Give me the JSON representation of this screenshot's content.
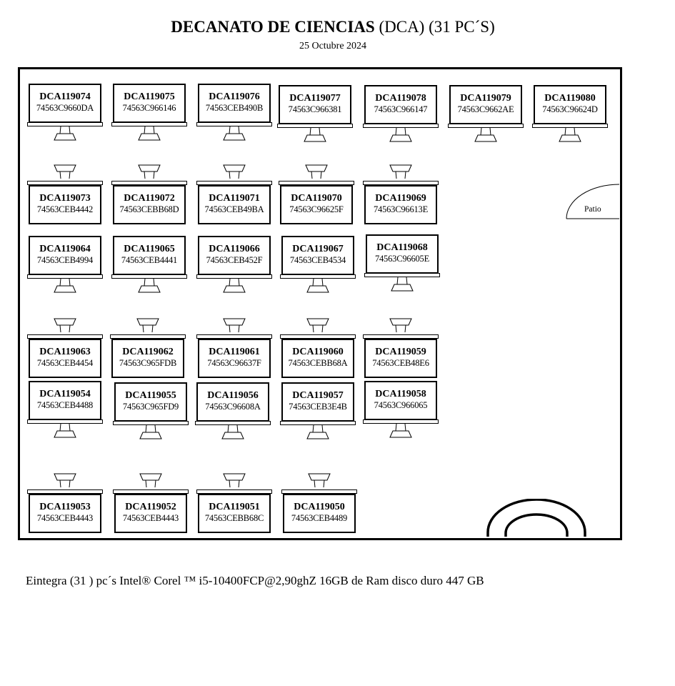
{
  "header": {
    "title_bold": "DECANATO DE CIENCIAS",
    "title_rest": "(DCA) (31 PC´S)",
    "date": "25 Octubre 2024"
  },
  "room": {
    "patio_label": "Patio"
  },
  "computers": [
    {
      "name": "DCA119074",
      "serial": "74563C9660DA",
      "facing": "up"
    },
    {
      "name": "DCA119075",
      "serial": "74563C966146",
      "facing": "up"
    },
    {
      "name": "DCA119076",
      "serial": "74563CEB490B",
      "facing": "up"
    },
    {
      "name": "DCA119077",
      "serial": "74563C966381",
      "facing": "up"
    },
    {
      "name": "DCA119078",
      "serial": "74563C966147",
      "facing": "up"
    },
    {
      "name": "DCA119079",
      "serial": "74563C9662AE",
      "facing": "up"
    },
    {
      "name": "DCA119080",
      "serial": "74563C96624D",
      "facing": "up"
    },
    {
      "name": "DCA119073",
      "serial": "74563CEB4442",
      "facing": "down"
    },
    {
      "name": "DCA119072",
      "serial": "74563CEBB68D",
      "facing": "down"
    },
    {
      "name": "DCA119071",
      "serial": "74563CEB49BA",
      "facing": "down"
    },
    {
      "name": "DCA119070",
      "serial": "74563C96625F",
      "facing": "down"
    },
    {
      "name": "DCA119069",
      "serial": "74563C96613E",
      "facing": "down"
    },
    {
      "name": "DCA119064",
      "serial": "74563CEB4994",
      "facing": "up"
    },
    {
      "name": "DCA119065",
      "serial": "74563CEB4441",
      "facing": "up"
    },
    {
      "name": "DCA119066",
      "serial": "74563CEB452F",
      "facing": "up"
    },
    {
      "name": "DCA119067",
      "serial": "74563CEB4534",
      "facing": "up"
    },
    {
      "name": "DCA119068",
      "serial": "74563C96605E",
      "facing": "up"
    },
    {
      "name": "DCA119063",
      "serial": "74563CEB4454",
      "facing": "down"
    },
    {
      "name": "DCA119062",
      "serial": "74563C965FDB",
      "facing": "down"
    },
    {
      "name": "DCA119061",
      "serial": "74563C96637F",
      "facing": "down"
    },
    {
      "name": "DCA119060",
      "serial": "74563CEBB68A",
      "facing": "down"
    },
    {
      "name": "DCA119059",
      "serial": "74563CEB48E6",
      "facing": "down"
    },
    {
      "name": "DCA119054",
      "serial": "74563CEB4488",
      "facing": "up"
    },
    {
      "name": "DCA119055",
      "serial": "74563C965FD9",
      "facing": "up"
    },
    {
      "name": "DCA119056",
      "serial": "74563C96608A",
      "facing": "up"
    },
    {
      "name": "DCA119057",
      "serial": "74563CEB3E4B",
      "facing": "up"
    },
    {
      "name": "DCA119058",
      "serial": "74563C966065",
      "facing": "up"
    },
    {
      "name": "DCA119053",
      "serial": "74563CEB4443",
      "facing": "down"
    },
    {
      "name": "DCA119052",
      "serial": "74563CEB4443",
      "facing": "down"
    },
    {
      "name": "DCA119051",
      "serial": "74563CEBB68C",
      "facing": "down"
    },
    {
      "name": "DCA119050",
      "serial": "74563CEB4489",
      "facing": "down"
    }
  ],
  "footer": {
    "note": "Eintegra (31 ) pc´s Intel® Corel ™ i5-10400FCP@2,90ghZ 16GB de Ram disco duro 447 GB"
  }
}
